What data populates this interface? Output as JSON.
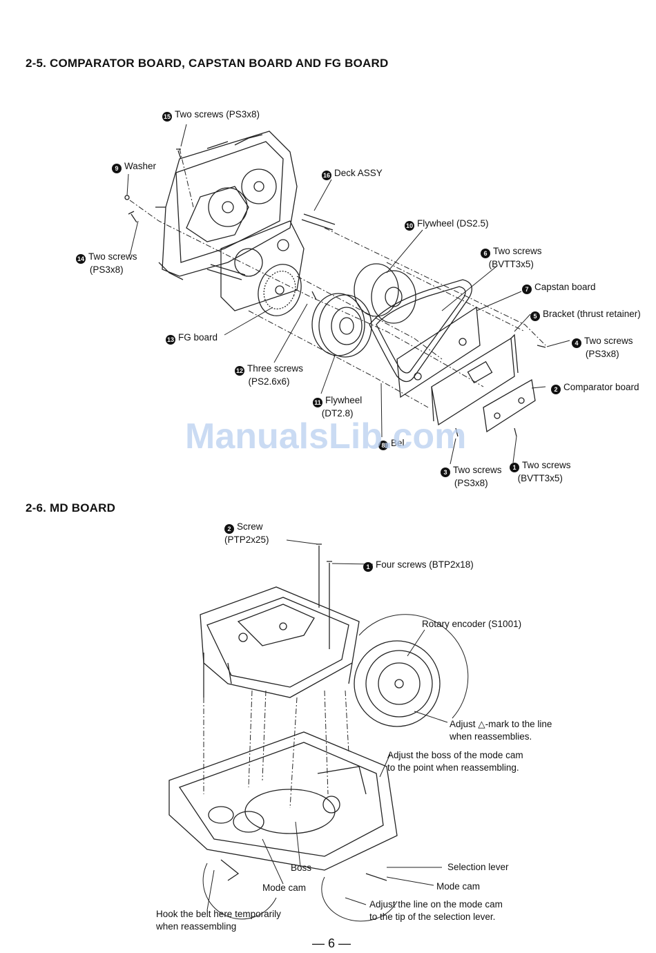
{
  "section_a": {
    "heading": "2-5. COMPARATOR BOARD, CAPSTAN BOARD AND FG BOARD",
    "labels": [
      {
        "num": "15",
        "text": "Two screws (PS3x8)"
      },
      {
        "num": "9",
        "text": "Washer"
      },
      {
        "num": "16",
        "text": "Deck ASSY"
      },
      {
        "num": "10",
        "text": "Flywheel (DS2.5)"
      },
      {
        "num": "14",
        "text": "Two screws",
        "sub": "(PS3x8)"
      },
      {
        "num": "6",
        "text": "Two screws",
        "sub": "(BVTT3x5)"
      },
      {
        "num": "7",
        "text": "Capstan board"
      },
      {
        "num": "5",
        "text": "Bracket (thrust retainer)"
      },
      {
        "num": "4",
        "text": "Two screws",
        "sub": "(PS3x8)"
      },
      {
        "num": "13",
        "text": "FG board"
      },
      {
        "num": "12",
        "text": "Three screws",
        "sub": "(PS2.6x6)"
      },
      {
        "num": "2",
        "text": "Comparator board"
      },
      {
        "num": "11",
        "text": "Flywheel",
        "sub": "(DT2.8)"
      },
      {
        "num": "8",
        "text": "Bel"
      },
      {
        "num": "3",
        "text": "Two screws",
        "sub": "(PS3x8)"
      },
      {
        "num": "1",
        "text": "Two screws",
        "sub": "(BVTT3x5)"
      }
    ]
  },
  "watermark": "ManualsLib.com",
  "section_b": {
    "heading": "2-6. MD BOARD",
    "labels": {
      "screw_num": "2",
      "screw": "Screw",
      "screw_sub": "(PTP2x25)",
      "four_num": "1",
      "four_screws": "Four screws (BTP2x18)",
      "rotary": "Rotary encoder (S1001)",
      "adjust_mark_1": "Adjust △-mark to the line",
      "adjust_mark_2": "when reassemblies.",
      "adjust_boss_1": "Adjust the boss of the mode cam",
      "adjust_boss_2": "to the point when reassembling.",
      "boss": "Boss",
      "mode_cam_left": "Mode cam",
      "selection_lever": "Selection lever",
      "mode_cam_right": "Mode cam",
      "hook_1": "Hook the belt here temporarily",
      "hook_2": "when reassembling",
      "adjust_line_1": "Adjust the line on the mode cam",
      "adjust_line_2": "to the tip of the selection lever."
    }
  },
  "page_number": "— 6 —"
}
